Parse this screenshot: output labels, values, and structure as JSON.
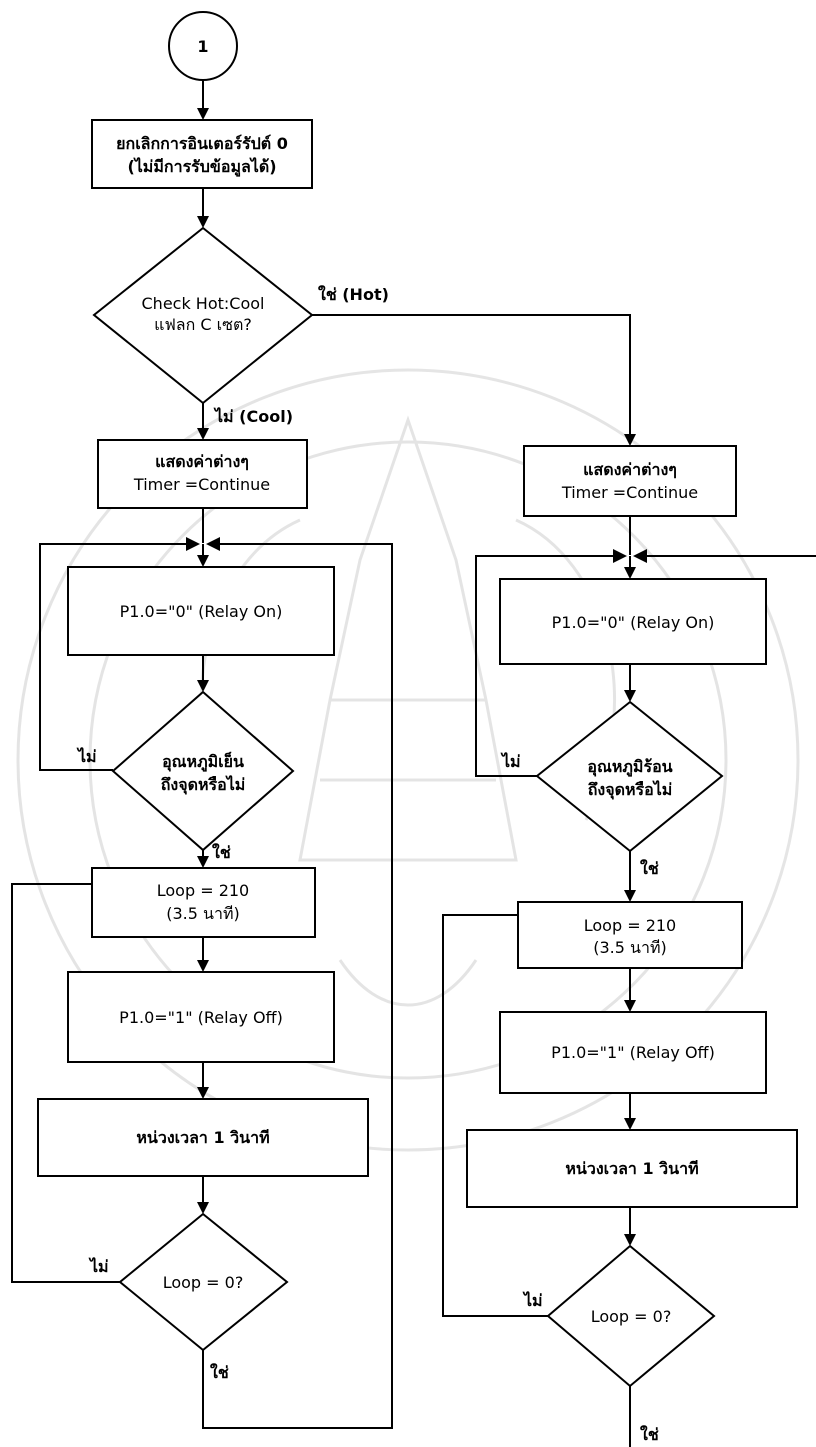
{
  "connector": "1",
  "nodes": {
    "disable_int_l1": "ยกเลิกการอินเตอร์รัปต์ 0",
    "disable_int_l2": "(ไม่มีการรับข้อมูลได้)",
    "check_l1": "Check Hot:Cool",
    "check_l2": "แฟลก C เซต?",
    "cool_display_l1": "แสดงค่าต่างๆ",
    "cool_display_l2": "Timer =Continue",
    "hot_display_l1": "แสดงค่าต่างๆ",
    "hot_display_l2": "Timer =Continue",
    "cool_relay_on": "P1.0=\"0\" (Relay On)",
    "hot_relay_on": "P1.0=\"0\" (Relay On)",
    "cool_temp_l1": "อุณหภูมิเย็น",
    "cool_temp_l2": "ถึงจุดหรือไม่",
    "hot_temp_l1": "อุณหภูมิร้อน",
    "hot_temp_l2": "ถึงจุดหรือไม่",
    "cool_loop_l1": "Loop = 210",
    "cool_loop_l2": "(3.5 นาที)",
    "hot_loop_l1": "Loop = 210",
    "hot_loop_l2": "(3.5 นาที)",
    "cool_relay_off": "P1.0=\"1\" (Relay Off)",
    "hot_relay_off": "P1.0=\"1\" (Relay Off)",
    "cool_delay": "หน่วงเวลา 1 วินาที",
    "hot_delay": "หน่วงเวลา 1 วินาที",
    "cool_loop_check": "Loop = 0?",
    "hot_loop_check": "Loop = 0?"
  },
  "labels": {
    "yes_hot": "ใช่ (Hot)",
    "no_cool": "ไม่ (Cool)",
    "cool_temp_no": "ไม่",
    "cool_temp_yes": "ใช่",
    "hot_temp_no": "ไม่",
    "hot_temp_yes": "ใช่",
    "cool_loop_no": "ไม่",
    "cool_loop_yes": "ใช่",
    "hot_loop_no": "ไม่",
    "hot_loop_yes": "ใช่"
  }
}
